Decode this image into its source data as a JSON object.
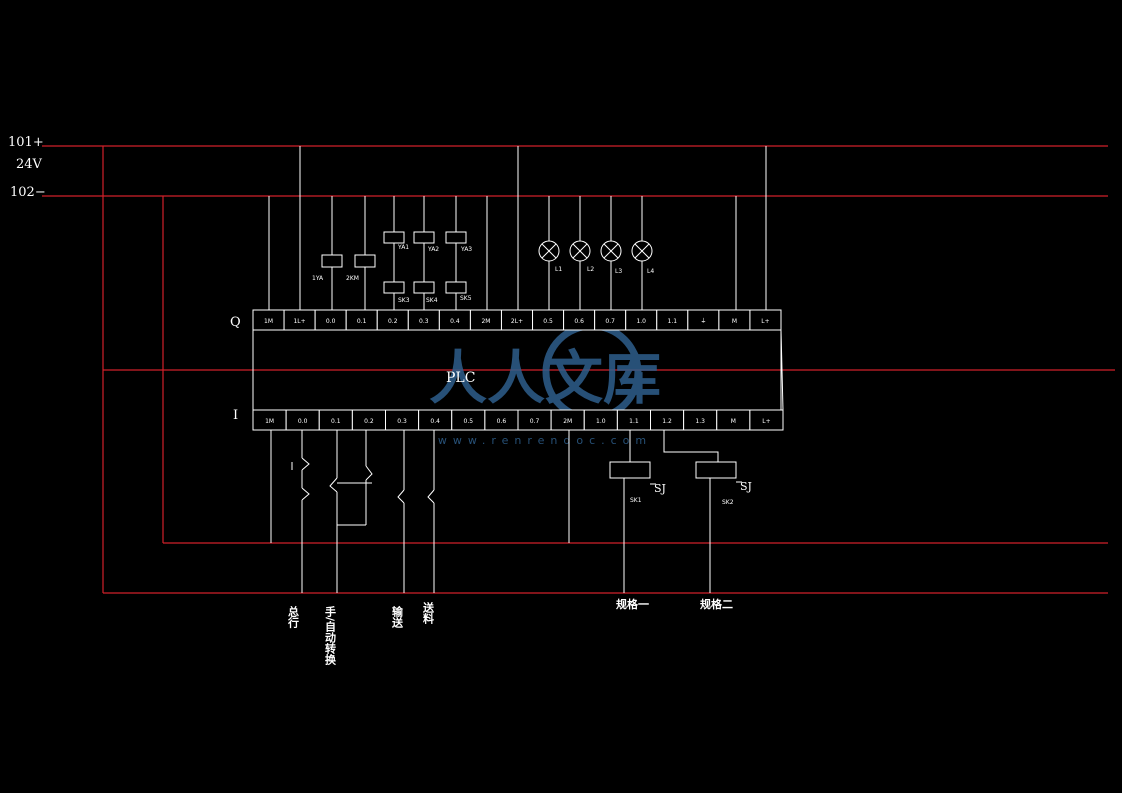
{
  "rails": {
    "top_label": "101+",
    "voltage_label": "24V",
    "bottom_label": "102−"
  },
  "plc": {
    "label": "PLC",
    "output_row_label": "Q",
    "input_row_label": "I",
    "output_terminals": [
      "1M",
      "1L+",
      "0.0",
      "0.1",
      "0.2",
      "0.3",
      "0.4",
      "2M",
      "2L+",
      "0.5",
      "0.6",
      "0.7",
      "1.0",
      "1.1",
      "⏚",
      "M",
      "L+"
    ],
    "input_terminals": [
      "1M",
      "0.0",
      "0.1",
      "0.2",
      "0.3",
      "0.4",
      "0.5",
      "0.6",
      "0.7",
      "2M",
      "1.0",
      "1.1",
      "1.2",
      "1.3",
      "M",
      "L+"
    ]
  },
  "output_devices": {
    "coil_1": "1YA",
    "coil_2": "2KM",
    "valve_1": "YA1",
    "valve_2": "YA2",
    "valve_3": "YA3",
    "contact_1": "SK3",
    "contact_2": "SK4",
    "contact_3": "SK5",
    "lamps": [
      "L1",
      "L2",
      "L3",
      "L4"
    ]
  },
  "input_devices": {
    "timer_1_tag": "SJ",
    "timer_1_name": "SK1",
    "timer_2_tag": "SJ",
    "timer_2_name": "SK2",
    "captions": [
      "总行",
      "手/自动转换",
      "输送",
      "送料",
      "规格一",
      "规格二"
    ]
  },
  "watermark": {
    "logo": "人人文库",
    "url": "www.renrendoc.com"
  },
  "colors": {
    "background": "#000000",
    "rail": "#d0202a",
    "wire": "#ffffff",
    "watermark": "#2e5f8c"
  }
}
